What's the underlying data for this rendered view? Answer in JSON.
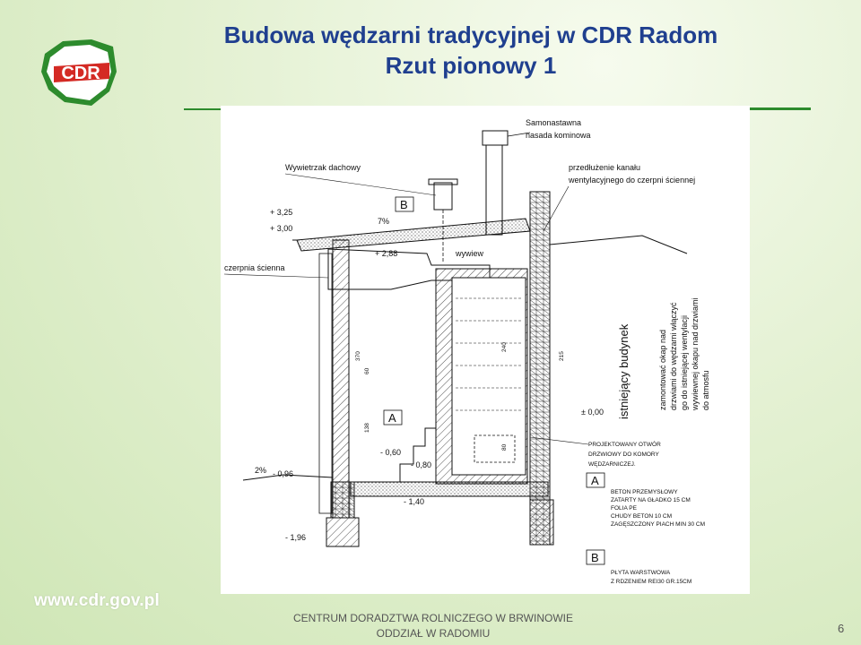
{
  "header": {
    "title": "Budowa wędzarni tradycyjnej w CDR Radom",
    "subtitle": "Rzut pionowy 1",
    "logo_text": "CDR"
  },
  "drawing": {
    "labels": {
      "chimney_cap": [
        "Samonastawna",
        "nasada kominowa"
      ],
      "roof_fan": "Wywietrzak dachowy",
      "duct_extension": [
        "przedłużenie kanału",
        "wentylacyjnego do czerpni ściennej"
      ],
      "wall_intake": "czerpnia ścienna",
      "exhaust": "wywiew",
      "existing_building": "istniejący budynek",
      "hood_note": [
        "zamontować okap nad",
        "drzwiami do wędzarni włączyć",
        "go do istniejącej wentylacji",
        "wywiewnej okapu nad drzwiami",
        "do atmosfu"
      ],
      "door_note": [
        "PROJEKTOWANY OTWÓR",
        "DRZWIOWY DO KOMORY",
        "WĘDZARNICZEJ."
      ],
      "section_a_spec": [
        "BETON PRZEMYSŁOWY",
        "ZATARTY NA GŁADKO 15 CM",
        "FOLIA PE",
        "CHUDY BETON 10 CM",
        "ZAGĘSZCZONY PIACH MIN 30 CM"
      ],
      "section_b_spec": [
        "PŁYTA WARSTWOWA",
        "Z RDZENIEM REI30   GR.15CM"
      ],
      "markers": [
        "A",
        "B",
        "A",
        "B"
      ],
      "slopes": [
        "7%",
        "2%"
      ]
    },
    "levels": [
      "+ 3,25",
      "+ 3,00",
      "+ 2,88",
      "± 0,00",
      "- 0,60",
      "- 0,80",
      "- 0,96",
      "- 1,40",
      "- 1,96"
    ],
    "dimensions": [
      "370",
      "60",
      "138",
      "240",
      "215",
      "80"
    ]
  },
  "footer": {
    "website": "www.cdr.gov.pl",
    "org_line1": "CENTRUM DORADZTWA ROLNICZEGO W BRWINOWIE",
    "org_line2": "ODDZIAŁ W RADOMIU",
    "page_number": "6"
  },
  "colors": {
    "title": "#1f3f8f",
    "accent_green": "#2d8b2d",
    "logo_red": "#d42a24"
  }
}
